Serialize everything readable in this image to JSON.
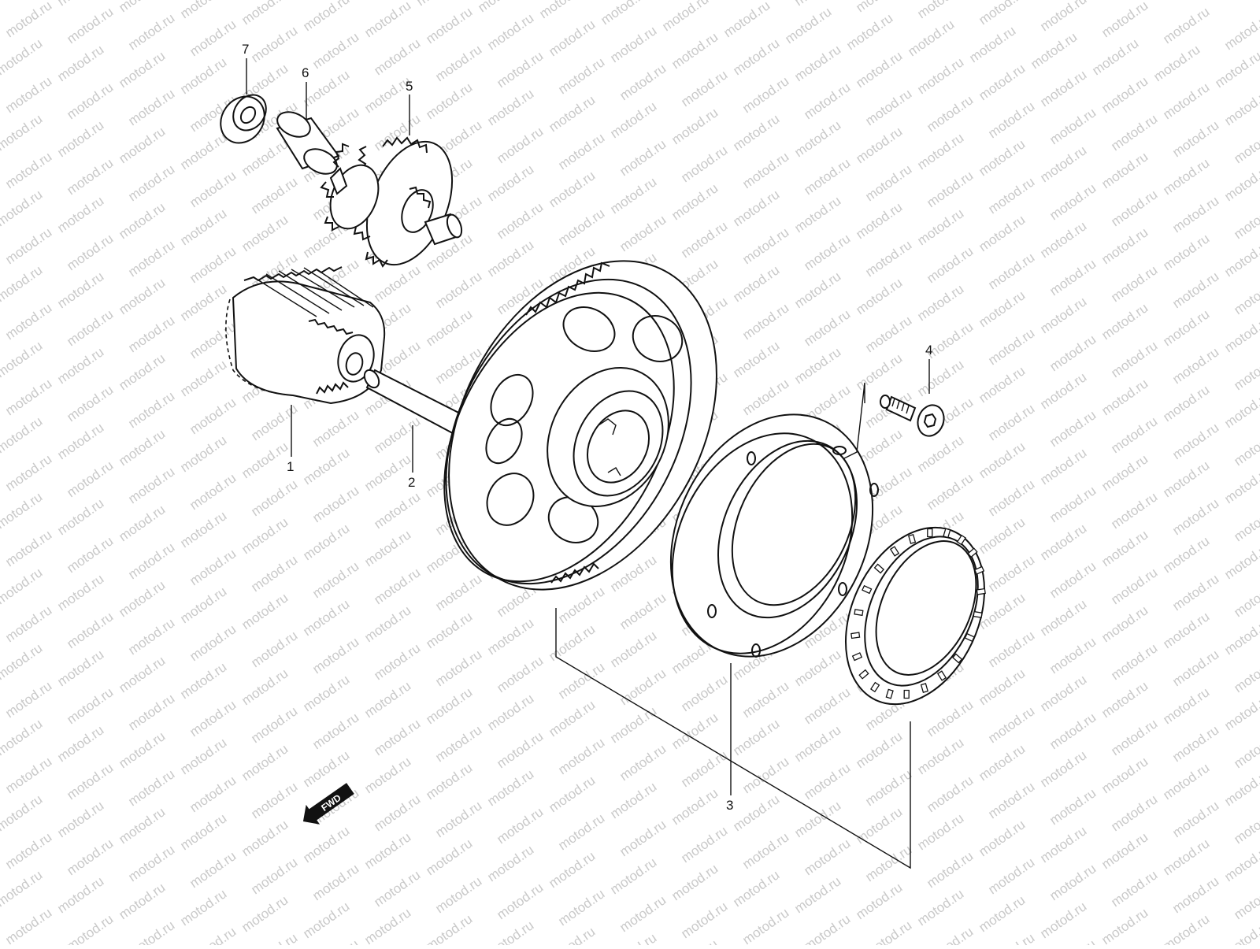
{
  "watermark": "motod.ru",
  "callouts": [
    {
      "id": "callout-1",
      "label": "1",
      "part": "starter-idle-gear"
    },
    {
      "id": "callout-2",
      "label": "2",
      "part": "idle-gear-shaft"
    },
    {
      "id": "callout-3",
      "label": "3",
      "part": "starter-clutch-assembly"
    },
    {
      "id": "callout-4",
      "label": "4",
      "part": "bolt"
    },
    {
      "id": "callout-5",
      "label": "5",
      "part": "starter-idle-gear-no2"
    },
    {
      "id": "callout-6",
      "label": "6",
      "part": "bushing"
    },
    {
      "id": "callout-7",
      "label": "7",
      "part": "washer"
    }
  ],
  "direction_badge": {
    "label": "FWD"
  },
  "colors": {
    "line": "#111111",
    "watermark": "#c9c9c9",
    "background": "#ffffff"
  }
}
